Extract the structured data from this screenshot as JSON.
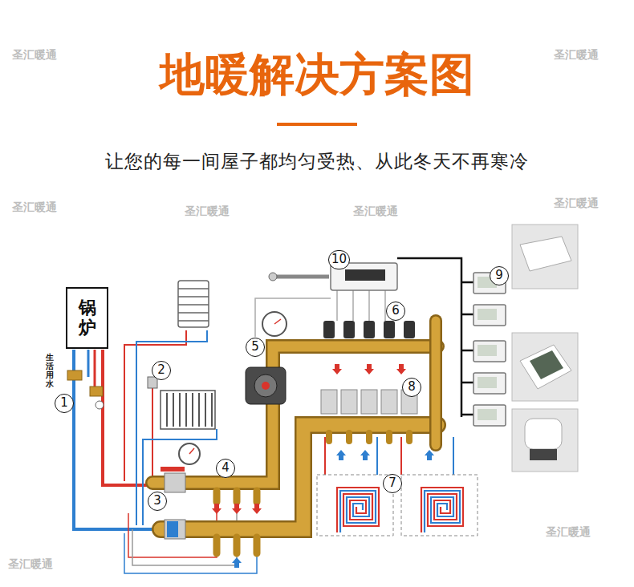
{
  "diagram": {
    "title": "地暖解决方案图",
    "caption": "让您的每一间屋子都均匀受热、从此冬天不再寒冷",
    "nodes": [
      {
        "text": [
          "锅炉"
        ]
      }
    ],
    "labels": [
      "生活用水",
      "1",
      "2",
      "3",
      "4",
      "5",
      "6",
      "7",
      "8",
      "9",
      "10",
      "圣汇暖通",
      "圣汇暖通",
      "圣汇暖通",
      "圣汇暖通",
      "圣汇暖通",
      "圣汇暖通",
      "圣汇暖通",
      "圣汇暖通"
    ]
  }
}
